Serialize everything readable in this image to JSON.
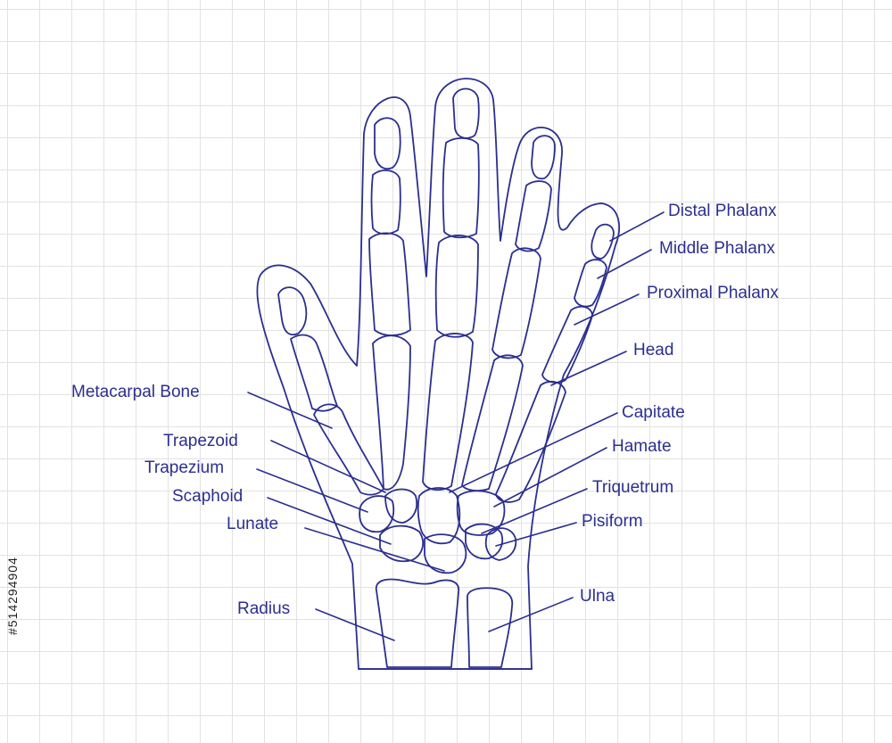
{
  "colors": {
    "ink": "#2b2f8f",
    "grid": "#e2e2e2",
    "watermark": "#222222"
  },
  "labels": {
    "distal_phalanx": "Distal Phalanx",
    "middle_phalanx": "Middle Phalanx",
    "proximal_phalanx": "Proximal Phalanx",
    "head": "Head",
    "metacarpal_bone": "Metacarpal Bone",
    "capitate": "Capitate",
    "hamate": "Hamate",
    "trapezoid": "Trapezoid",
    "trapezium": "Trapezium",
    "triquetrum": "Triquetrum",
    "scaphoid": "Scaphoid",
    "lunate": "Lunate",
    "pisiform": "Pisiform",
    "radius": "Radius",
    "ulna": "Ulna"
  },
  "watermark": {
    "id": "#514294904"
  }
}
